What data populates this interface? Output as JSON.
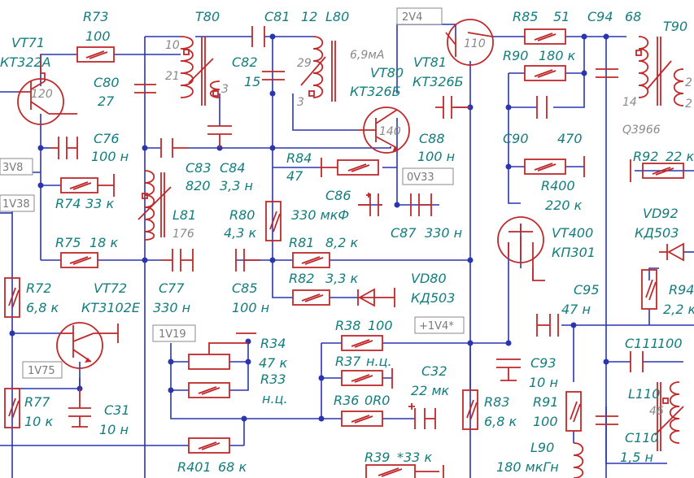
{
  "components": {
    "vt71": {
      "ref": "VT71",
      "type": "КТ322А",
      "node": "120"
    },
    "r73": {
      "ref": "R73",
      "value": "100"
    },
    "c80": {
      "ref": "C80",
      "value": "27"
    },
    "t80": {
      "ref": "T80",
      "pin_a": "10",
      "pin_b": "21",
      "pin_c": "3"
    },
    "c81": {
      "ref": "C81",
      "value": "12"
    },
    "c82": {
      "ref": "C82",
      "value": "15"
    },
    "l80": {
      "ref": "L80",
      "pin_a": "29",
      "pin_b": "3",
      "current": "6,9мА"
    },
    "vt80": {
      "ref": "VT80",
      "type": "КТ326Б",
      "node": "140"
    },
    "vt81": {
      "ref": "VT81",
      "type": "КТ326Б",
      "node": "110"
    },
    "r85": {
      "ref": "R85",
      "value": "51"
    },
    "c94": {
      "ref": "C94",
      "value": "68"
    },
    "t90": {
      "ref": "T90",
      "pin_a": "14",
      "pin_b": "2",
      "pin_c": "2",
      "part": "Q3966"
    },
    "r90": {
      "ref": "R90",
      "value": "180 к"
    },
    "c90": {
      "ref": "C90",
      "value": "470"
    },
    "r400": {
      "ref": "R400",
      "value": "220 к"
    },
    "c76": {
      "ref": "C76",
      "value": "100 н"
    },
    "r74": {
      "ref": "R74",
      "value": "33 к"
    },
    "r75": {
      "ref": "R75",
      "value": "18 к"
    },
    "c83": {
      "ref": "C83",
      "value": "820"
    },
    "c84": {
      "ref": "C84",
      "value": "3,3 н"
    },
    "r84": {
      "ref": "R84",
      "value": "47"
    },
    "c88": {
      "ref": "C88",
      "value": "100 н"
    },
    "r92": {
      "ref": "R92",
      "value": "22 к"
    },
    "l81": {
      "ref": "L81",
      "value": "176"
    },
    "c86": {
      "ref": "C86",
      "value": "330 мкФ"
    },
    "c87": {
      "ref": "C87",
      "value": "330 н"
    },
    "r80": {
      "ref": "R80",
      "value": "4,3 к"
    },
    "r81": {
      "ref": "R81",
      "value": "8,2 к"
    },
    "vt400": {
      "ref": "VT400",
      "type": "КП301"
    },
    "vd92": {
      "ref": "VD92",
      "type": "КД503"
    },
    "c77": {
      "ref": "C77",
      "value": "330 н"
    },
    "c85": {
      "ref": "C85",
      "value": "100 н"
    },
    "r82": {
      "ref": "R82",
      "value": "3,3 к"
    },
    "vd80": {
      "ref": "VD80",
      "type": "КД503"
    },
    "r72": {
      "ref": "R72",
      "value": "6,8 к"
    },
    "vt72": {
      "ref": "VT72",
      "type": "КТ3102Е"
    },
    "r38": {
      "ref": "R38",
      "value": "100"
    },
    "c95": {
      "ref": "C95",
      "value": "47 н"
    },
    "r94": {
      "ref": "R94",
      "value": "2,2 к"
    },
    "r34": {
      "ref": "R34",
      "value": "47 к"
    },
    "r37": {
      "ref": "R37",
      "value": "н.ц."
    },
    "r33": {
      "ref": "R33",
      "value": "н.ц."
    },
    "c32": {
      "ref": "C32",
      "value": "22 мк"
    },
    "c93": {
      "ref": "C93",
      "value": "10 н"
    },
    "c111": {
      "ref": "C111",
      "value": "100"
    },
    "r77": {
      "ref": "R77",
      "value": "10 к"
    },
    "c31": {
      "ref": "C31",
      "value": "10 н"
    },
    "r36": {
      "ref": "R36",
      "value": "0R0"
    },
    "r83": {
      "ref": "R83",
      "value": "6,8 к"
    },
    "r91": {
      "ref": "R91",
      "value": "100"
    },
    "l110": {
      "ref": "L110",
      "value": "46"
    },
    "c110": {
      "ref": "C110",
      "value": "1,5 н"
    },
    "l90": {
      "ref": "L90",
      "value": "180 мкГн"
    },
    "r401": {
      "ref": "R401",
      "value": "68 к"
    },
    "r39": {
      "ref": "R39",
      "value": "*33 к"
    }
  },
  "test_points": {
    "tp_2v4": "2V4",
    "tp_3v8": "3V8",
    "tp_1v38": "1V38",
    "tp_0v33": "0V33",
    "tp_1v4": "+1V4*",
    "tp_1v19": "1V19",
    "tp_1v75": "1V75"
  },
  "colors": {
    "wire": "#2a35b0",
    "component": "#c0282a",
    "label": "#137d7d",
    "node_box": "#8a8a8a"
  }
}
